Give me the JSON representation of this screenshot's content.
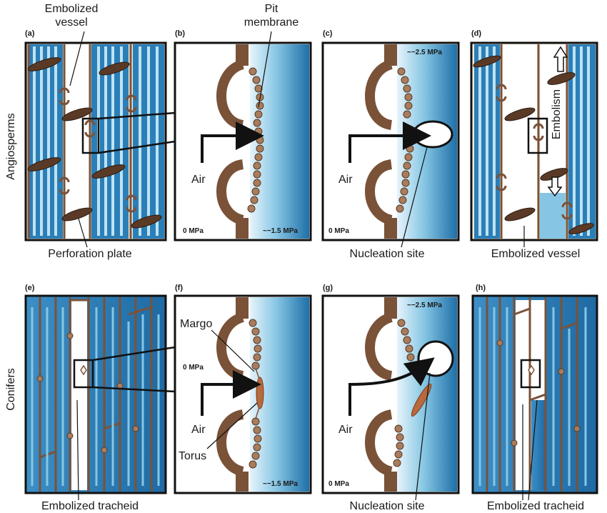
{
  "rows": {
    "top": "Angiosperms",
    "bottom": "Conifers"
  },
  "panels": {
    "a": "(a)",
    "b": "(b)",
    "c": "(c)",
    "d": "(d)",
    "e": "(e)",
    "f": "(f)",
    "g": "(g)",
    "h": "(h)"
  },
  "labels": {
    "embolized_vessel_a1": "Embolized",
    "embolized_vessel_a2": "vessel",
    "perforation_plate": "Perforation plate",
    "pit_membrane1": "Pit",
    "pit_membrane2": "membrane",
    "air_b": "Air",
    "air_c": "Air",
    "air_f": "Air",
    "air_g": "Air",
    "nucleation_site_c": "Nucleation site",
    "nucleation_site_g": "Nucleation site",
    "embolism": "Embolism",
    "embolized_vessel_d": "Embolized vessel",
    "embolized_tracheid_e": "Embolized tracheid",
    "embolized_tracheid_h": "Embolized tracheid",
    "margo": "Margo",
    "torus": "Torus"
  },
  "pressures": {
    "b_left": "0 MPa",
    "b_right": "~−1.5 MPa",
    "c_top": "~−2.5 MPa",
    "c_left": "0 MPa",
    "f_left": "0 MPa",
    "f_right": "~−1.5 MPa",
    "g_top": "~−2.5 MPa",
    "g_left": "0 MPa"
  },
  "colors": {
    "water_blue": "#2b7fb8",
    "light_blue": "#bfe2f2",
    "wall_brown": "#7a5238",
    "cream": "#f7ecd8",
    "border": "#111111"
  }
}
